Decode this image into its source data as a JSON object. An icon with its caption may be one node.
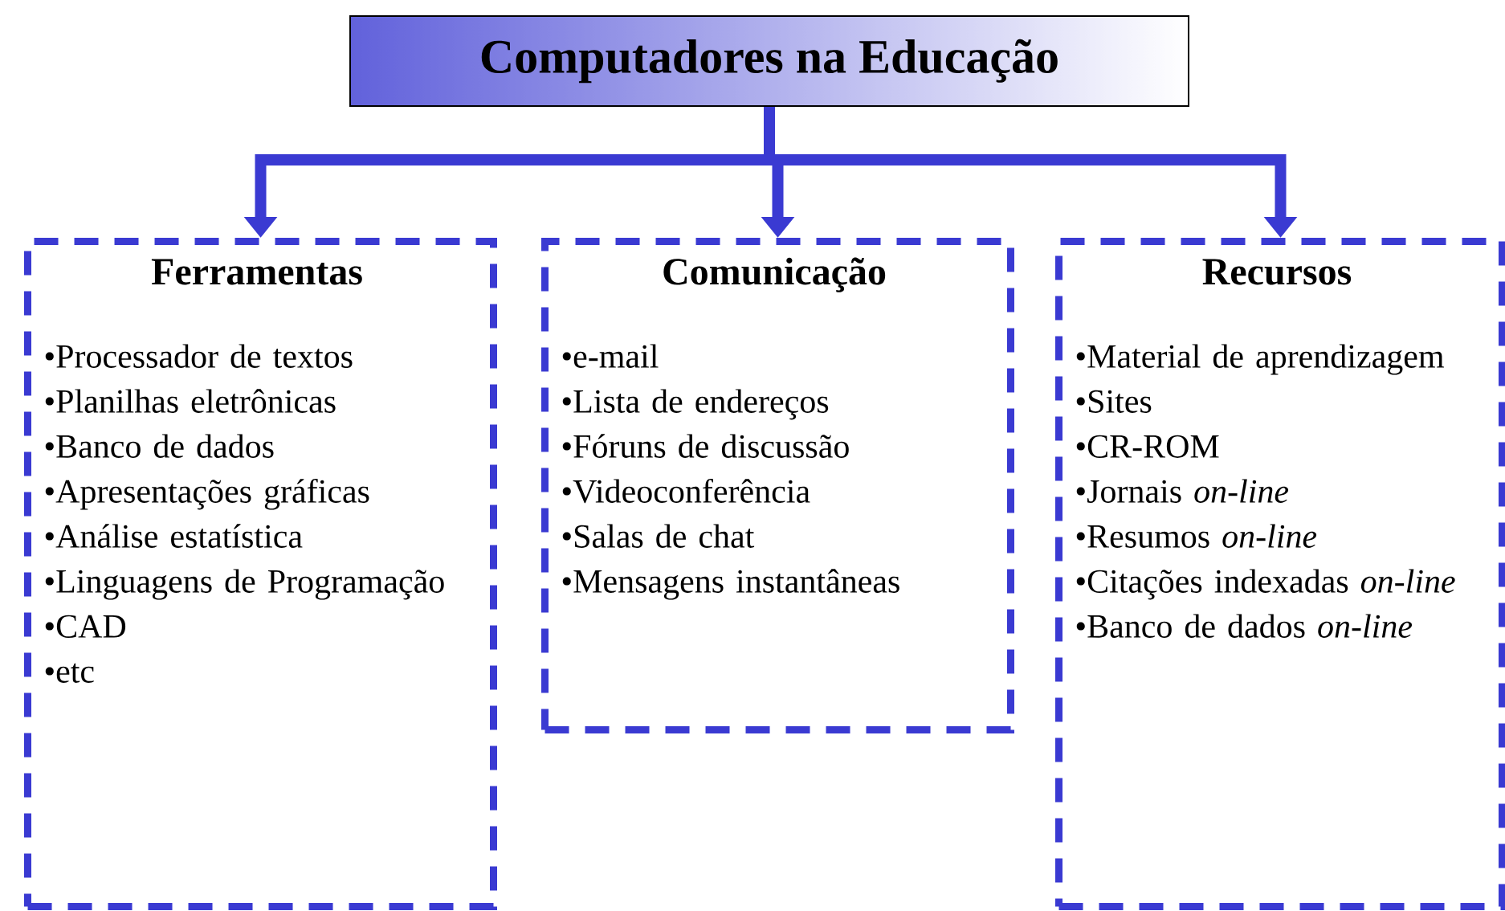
{
  "diagram": {
    "nodes": [
      {
        "text": [
          "Computadores na Educação"
        ]
      },
      {
        "text": [
          "Ferramentas",
          "•Processador de textos",
          "•Planilhas eletrônicas",
          "•Banco de dados",
          "•Apresentações gráficas",
          "•Análise estatística",
          "•Linguagens de Programação",
          "•CAD",
          "•etc"
        ]
      },
      {
        "text": [
          "Comunicação",
          "•e-mail",
          "•Lista de endereços",
          "•Fóruns de discussão",
          "•Videoconferência",
          "•Salas de chat",
          "•Mensagens instantâneas"
        ]
      },
      {
        "text": [
          "Recursos",
          "•Material de aprendizagem",
          "•Sites",
          "•CR-ROM",
          "•Jornais *on-line*",
          "•Resumos *on-line*",
          "•Citações indexadas *on-line*",
          "•Banco de dados *on-line*"
        ]
      }
    ],
    "edges": [
      {
        "from": 0,
        "to": 1,
        "arrow": "to"
      },
      {
        "from": 0,
        "to": 2,
        "arrow": "to"
      },
      {
        "from": 0,
        "to": 3,
        "arrow": "to"
      }
    ]
  }
}
